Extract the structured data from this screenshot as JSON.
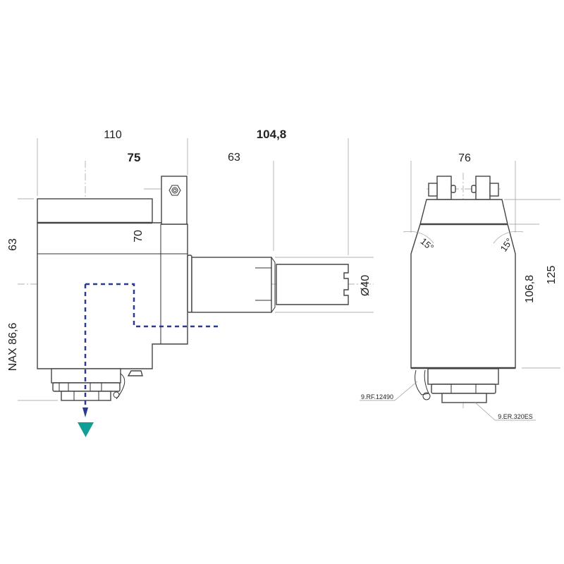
{
  "side_view": {
    "dims": {
      "width_110": "110",
      "width_104_8": "104,8",
      "width_75": "75",
      "width_63": "63",
      "height_70": "70",
      "height_63": "63",
      "nax": "NAX 86,6",
      "diameter": "Ø40"
    }
  },
  "front_view": {
    "dims": {
      "width_76": "76",
      "height_125": "125",
      "height_106_8": "106,8",
      "angle_left": "15°",
      "angle_right": "15°"
    },
    "callouts": {
      "coolant": "9.RF.12490",
      "collet_nut": "9.ER.320ES"
    }
  },
  "colors": {
    "flow_path": "#2b3a8f",
    "arrow": "#119e94"
  }
}
